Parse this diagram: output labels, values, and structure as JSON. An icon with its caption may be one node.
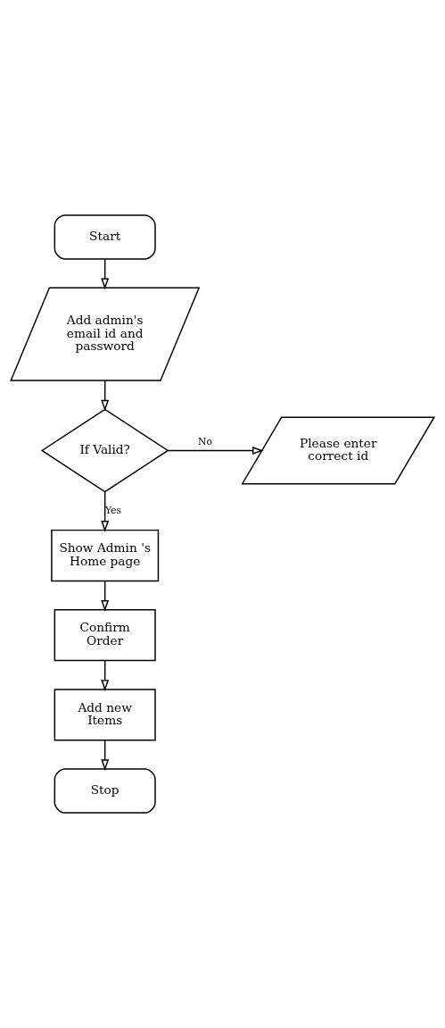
{
  "diagram": {
    "nodes": [
      {
        "text": [
          "Start"
        ]
      },
      {
        "text": [
          "Add admin's email id and password"
        ]
      },
      {
        "text": [
          "If Valid?"
        ]
      },
      {
        "text": [
          "Please enter correct id"
        ]
      },
      {
        "text": [
          "Show Admin 's Home page"
        ]
      },
      {
        "text": [
          "Confirm Order"
        ]
      },
      {
        "text": [
          "Add new Items"
        ]
      },
      {
        "text": [
          "Stop"
        ]
      }
    ],
    "edges": [
      {
        "from": 0,
        "to": 1,
        "arrow": "to"
      },
      {
        "from": 1,
        "to": 2,
        "arrow": "to"
      },
      {
        "from": 2,
        "to": 3,
        "arrow": "to",
        "label": "No"
      },
      {
        "from": 2,
        "to": 4,
        "arrow": "to",
        "label": "Yes"
      },
      {
        "from": 4,
        "to": 5,
        "arrow": "to"
      },
      {
        "from": 5,
        "to": 6,
        "arrow": "to"
      },
      {
        "from": 6,
        "to": 7,
        "arrow": "to"
      }
    ]
  }
}
